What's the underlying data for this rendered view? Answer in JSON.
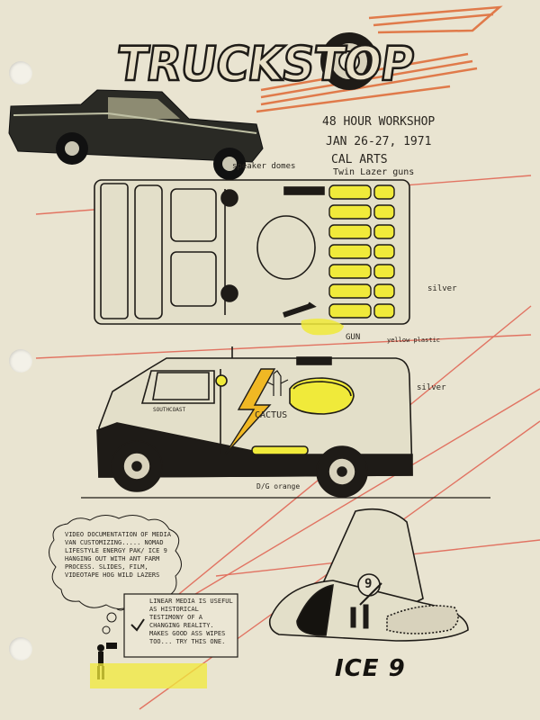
{
  "title": "TRUCKSTOP",
  "workshop": {
    "line1": "48 HOUR WORKSHOP",
    "line2": "JAN 26-27, 1971",
    "line3": "CAL ARTS"
  },
  "labels": {
    "speaker_domes": "speaker domes",
    "twin_lazer_guns": "Twin Lazer guns",
    "silver_top": "silver",
    "gun": "GUN",
    "yellow_plastic": "yellow plastic",
    "silver_side": "silver",
    "cactus": "CACTUS",
    "southcoast": "SOUTHCOAST",
    "dg_orange": "D/G orange"
  },
  "notes": {
    "bubble": "VIDEO DOCUMENTATION OF MEDIA VAN CUSTOMIZING..... NOMAD LIFESTYLE ENERGY PAK/ ICE 9 HANGING OUT WITH ANT FARM PROCESS. SLIDES, FILM, VIDEOTAPE HOG WILD LAZERS",
    "box": "LINEAR MEDIA IS USEFUL AS HISTORICAL TESTIMONY OF A CHANGING REALITY. MAKES GOOD ASS WIPES TOO... TRY THIS ONE."
  },
  "ice9": {
    "label": "ICE 9",
    "tail_number": "9"
  },
  "colors": {
    "paper": "#e9e4d1",
    "ink": "#1e1b17",
    "yellow": "#f0ea3a",
    "orange_stripe": "#e07a4a",
    "red_line": "#e0604f"
  }
}
